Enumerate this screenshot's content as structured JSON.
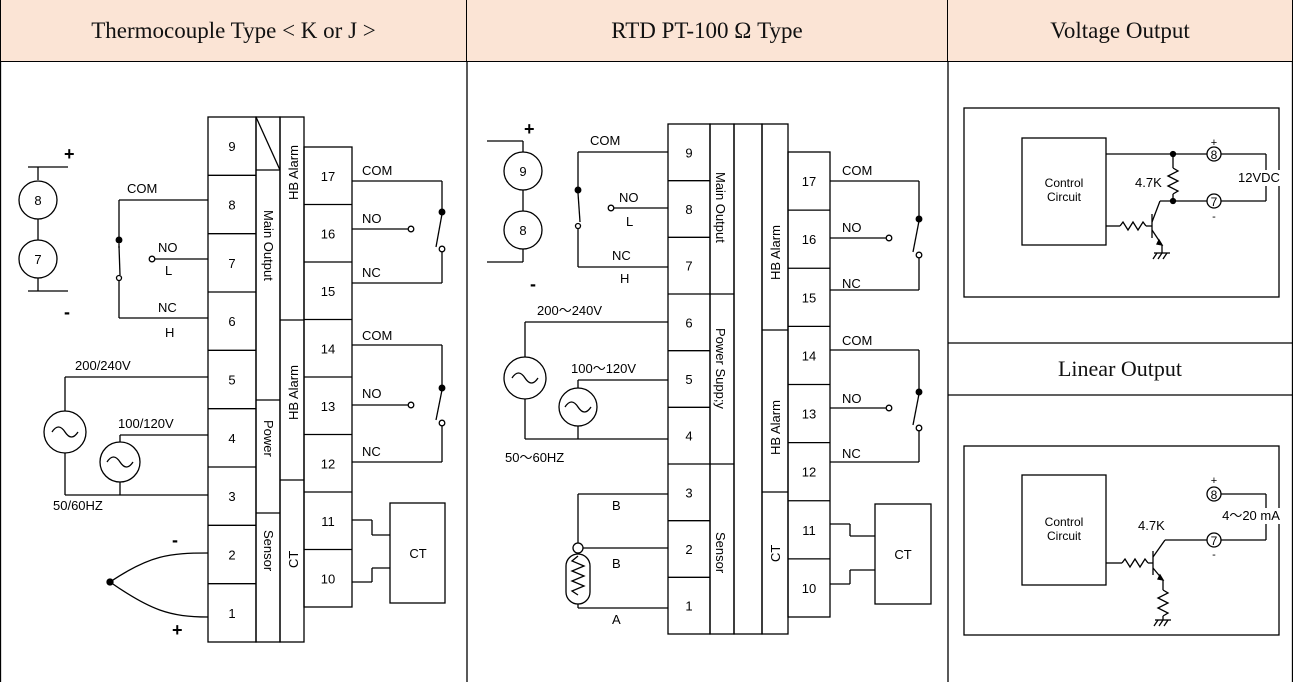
{
  "headers": {
    "thermocouple": "Thermocouple Type < K or J >",
    "rtd": "RTD PT-100 Ω Type",
    "voltage": "Voltage Output",
    "linear": "Linear Output"
  },
  "tc": {
    "terminals_left": [
      "9",
      "8",
      "7",
      "6",
      "5",
      "4",
      "3",
      "2",
      "1"
    ],
    "terminals_right": [
      "17",
      "16",
      "15",
      "14",
      "13",
      "12",
      "11",
      "10"
    ],
    "func_main_output": "Main Output",
    "func_power": "Power",
    "func_sensor": "Sensor",
    "func_hb_alarm_1": "HB Alarm",
    "func_hb_alarm_2": "HB Alarm",
    "func_ct": "CT",
    "plus_top": "+",
    "minus_bottom": "-",
    "circle_8": "8",
    "circle_7": "7",
    "com": "COM",
    "no": "NO",
    "l": "L",
    "nc": "NC",
    "h": "H",
    "v1": "200/240V",
    "v2": "100/120V",
    "hz": "50/60HZ",
    "tc_minus": "-",
    "tc_plus": "+",
    "al1_com": "COM",
    "al1_no": "NO",
    "al1_nc": "NC",
    "al2_com": "COM",
    "al2_no": "NO",
    "al2_nc": "NC",
    "ct_box": "CT"
  },
  "rtd": {
    "terminals_left": [
      "9",
      "8",
      "7",
      "6",
      "5",
      "4",
      "3",
      "2",
      "1"
    ],
    "terminals_right": [
      "17",
      "16",
      "15",
      "14",
      "13",
      "12",
      "11",
      "10"
    ],
    "func_main_output": "Main Output",
    "func_power": "Power Supp;y",
    "func_sensor": "Sensor",
    "func_hb_alarm_1": "HB Alarm",
    "func_hb_alarm_2": "HB Alarm",
    "func_ct": "CT",
    "plus_top": "+",
    "minus_bottom": "-",
    "circle_9": "9",
    "circle_8": "8",
    "com": "COM",
    "no": "NO",
    "l": "L",
    "nc": "NC",
    "h": "H",
    "v1": "200～240V",
    "v2": "100～120V",
    "hz": "50～60HZ",
    "b1": "B",
    "b2": "B",
    "a": "A",
    "al1_com": "COM",
    "al1_no": "NO",
    "al1_nc": "NC",
    "al2_com": "COM",
    "al2_no": "NO",
    "al2_nc": "NC",
    "ct_box": "CT"
  },
  "voltage_output": {
    "control_line1": "Control",
    "control_line2": "Circuit",
    "resistor": "4.7K",
    "term_8": "8",
    "term_7": "7",
    "plus": "+",
    "minus": "-",
    "supply": "12VDC"
  },
  "linear_output": {
    "control_line1": "Control",
    "control_line2": "Circuit",
    "resistor": "4.7K",
    "term_8": "8",
    "term_7": "7",
    "plus": "+",
    "minus": "-",
    "range": "4～20 mA"
  }
}
